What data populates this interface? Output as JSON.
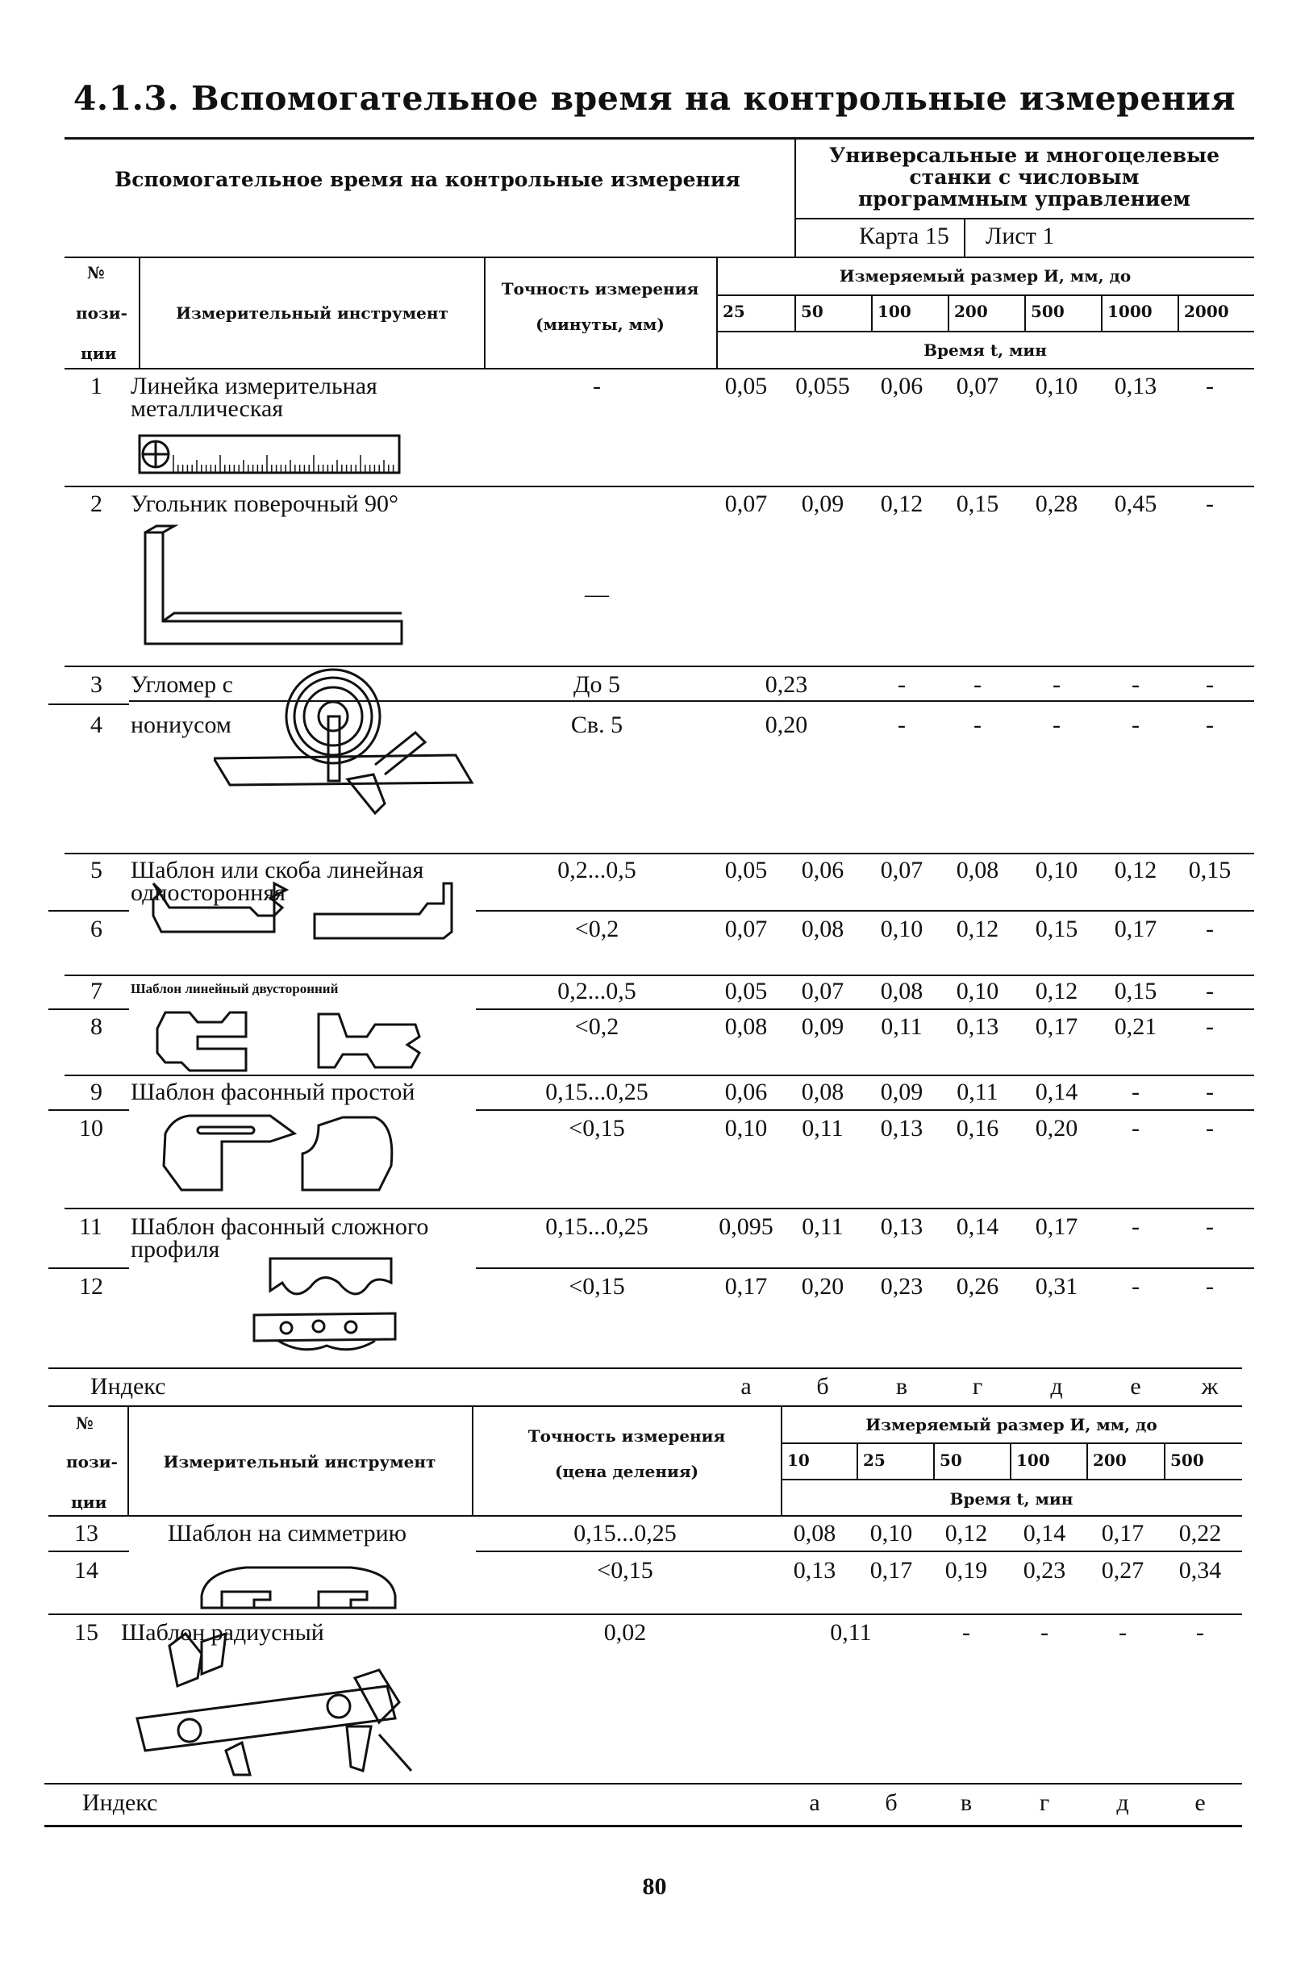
{
  "title": "4.1.3. Вспомогательное время на контрольные измерения",
  "header": {
    "left": "Вспомогательное время на контрольные измерения",
    "right_lines": [
      "Универсальные и многоцелевые",
      "станки с числовым",
      "программным управлением"
    ],
    "karta": "Карта 15",
    "list": "Лист 1"
  },
  "table1": {
    "col_no": [
      "№",
      "пози-",
      "ции"
    ],
    "col_tool": "Измерительный инструмент",
    "col_acc_1": "Точность измерения",
    "col_acc_2": "(минуты, мм)",
    "size_label": "Измеряемый размер И, мм, до",
    "sizes": [
      "25",
      "50",
      "100",
      "200",
      "500",
      "1000",
      "2000"
    ],
    "time_label": "Время t, мин",
    "rows": [
      {
        "no": "1",
        "name": "Линейка измерительная",
        "name2": "металлическая",
        "acc": "-",
        "v": [
          "0,05",
          "0,055",
          "0,06",
          "0,07",
          "0,10",
          "0,13",
          "-"
        ]
      },
      {
        "no": "2",
        "name": "Угольник поверочный 90°",
        "acc": "—",
        "v": [
          "0,07",
          "0,09",
          "0,12",
          "0,15",
          "0,28",
          "0,45",
          "-"
        ]
      },
      {
        "no": "3",
        "name": "Угломер с",
        "acc": "До 5",
        "merged": "0,23",
        "v": [
          "-",
          "-",
          "-",
          "-",
          "-"
        ]
      },
      {
        "no": "4",
        "name": "нониусом",
        "acc": "Св. 5",
        "merged": "0,20",
        "v": [
          "-",
          "-",
          "-",
          "-",
          "-"
        ]
      },
      {
        "no": "5",
        "name": "Шаблон или скоба линейная",
        "name2": "односторонняя",
        "acc": "0,2...0,5",
        "v": [
          "0,05",
          "0,06",
          "0,07",
          "0,08",
          "0,10",
          "0,12",
          "0,15"
        ]
      },
      {
        "no": "6",
        "acc": "<0,2",
        "v": [
          "0,07",
          "0,08",
          "0,10",
          "0,12",
          "0,15",
          "0,17",
          "-"
        ]
      },
      {
        "no": "7",
        "name": "Шаблон линейный двусторонний",
        "acc": "0,2...0,5",
        "v": [
          "0,05",
          "0,07",
          "0,08",
          "0,10",
          "0,12",
          "0,15",
          "-"
        ]
      },
      {
        "no": "8",
        "acc": "<0,2",
        "v": [
          "0,08",
          "0,09",
          "0,11",
          "0,13",
          "0,17",
          "0,21",
          "-"
        ]
      },
      {
        "no": "9",
        "name": "Шаблон фасонный простой",
        "acc": "0,15...0,25",
        "v": [
          "0,06",
          "0,08",
          "0,09",
          "0,11",
          "0,14",
          "-",
          "-"
        ]
      },
      {
        "no": "10",
        "acc": "<0,15",
        "v": [
          "0,10",
          "0,11",
          "0,13",
          "0,16",
          "0,20",
          "-",
          "-"
        ]
      },
      {
        "no": "11",
        "name": "Шаблон фасонный сложного",
        "name2": "профиля",
        "acc": "0,15...0,25",
        "v": [
          "0,095",
          "0,11",
          "0,13",
          "0,14",
          "0,17",
          "-",
          "-"
        ]
      },
      {
        "no": "12",
        "acc": "<0,15",
        "v": [
          "0,17",
          "0,20",
          "0,23",
          "0,26",
          "0,31",
          "-",
          "-"
        ]
      }
    ],
    "index_label": "Индекс",
    "index": [
      "а",
      "б",
      "в",
      "г",
      "д",
      "е",
      "ж"
    ]
  },
  "table2": {
    "col_no": [
      "№",
      "пози-",
      "ции"
    ],
    "col_tool": "Измерительный инструмент",
    "col_acc_1": "Точность измерения",
    "col_acc_2": "(цена деления)",
    "size_label": "Измеряемый размер И, мм, до",
    "sizes": [
      "10",
      "25",
      "50",
      "100",
      "200",
      "500"
    ],
    "time_label": "Время t, мин",
    "rows": [
      {
        "no": "13",
        "name": "Шаблон на симметрию",
        "acc": "0,15...0,25",
        "v": [
          "0,08",
          "0,10",
          "0,12",
          "0,14",
          "0,17",
          "0,22"
        ]
      },
      {
        "no": "14",
        "acc": "<0,15",
        "v": [
          "0,13",
          "0,17",
          "0,19",
          "0,23",
          "0,27",
          "0,34"
        ]
      },
      {
        "no": "15",
        "name": "Шаблон радиусный",
        "acc": "0,02",
        "merged": "0,11",
        "v": [
          "-",
          "-",
          "-",
          "-"
        ]
      }
    ],
    "index_label": "Индекс",
    "index": [
      "а",
      "б",
      "в",
      "г",
      "д",
      "е"
    ]
  },
  "page_number": "80",
  "icons": [
    "ruler-icon",
    "square-icon",
    "protractor-icon",
    "single-template-icon",
    "double-template-icon",
    "shaped-template-icon",
    "complex-template-icon",
    "symmetry-template-icon",
    "radius-gauge-icon"
  ]
}
